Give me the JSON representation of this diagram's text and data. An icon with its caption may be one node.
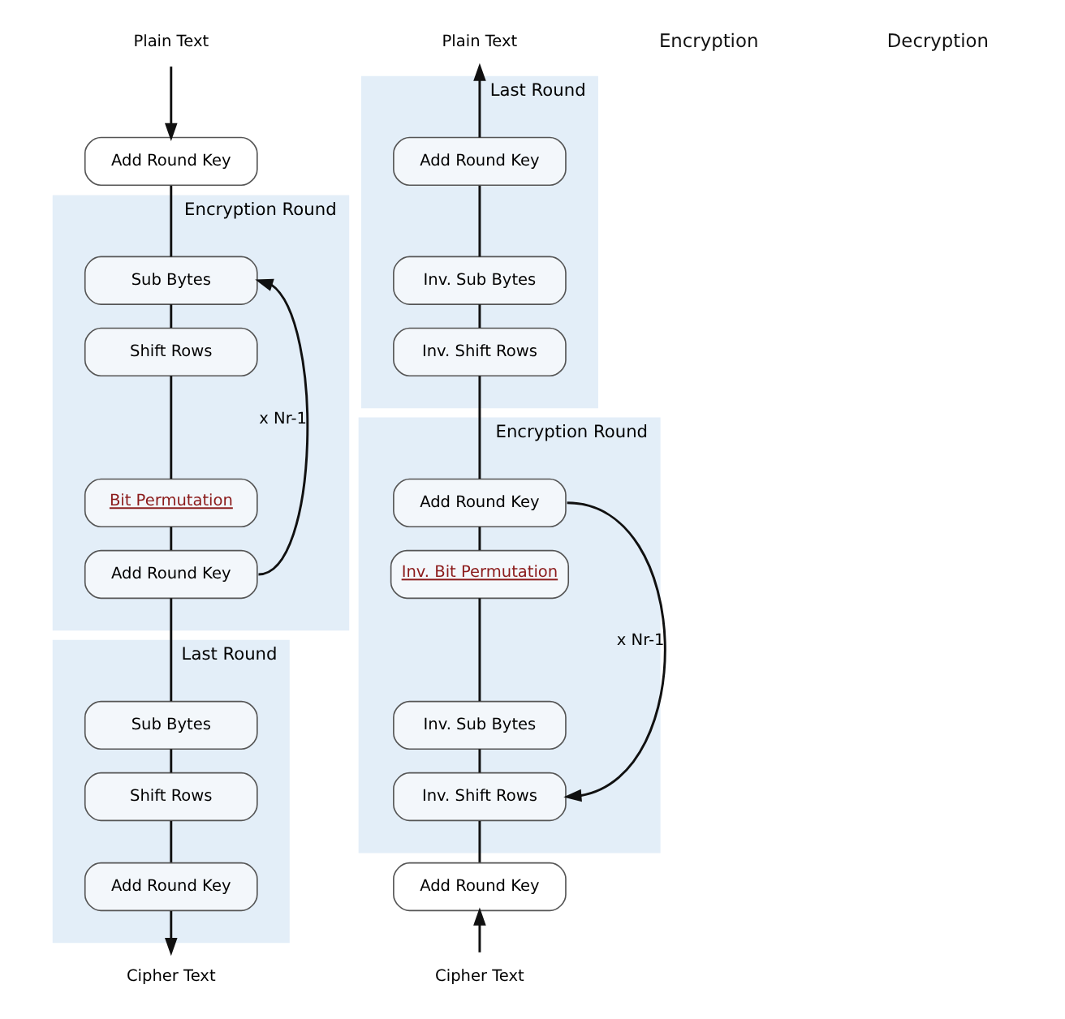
{
  "diagram": {
    "nodes": [
      {
        "text": [
          "Plain Text"
        ]
      },
      {
        "text": [
          "Add Round Key"
        ]
      },
      {
        "text": [
          "Encryption Round"
        ]
      },
      {
        "text": [
          "Sub Bytes"
        ],
        "in": 2
      },
      {
        "text": [
          "Shift Rows"
        ],
        "in": 2
      },
      {
        "text": [
          "Bit Permutation"
        ],
        "in": 2
      },
      {
        "text": [
          "Add Round Key"
        ],
        "in": 2
      },
      {
        "text": [
          "Last Round"
        ]
      },
      {
        "text": [
          "Sub Bytes"
        ],
        "in": 7
      },
      {
        "text": [
          "Shift Rows"
        ],
        "in": 7
      },
      {
        "text": [
          "Add Round Key"
        ],
        "in": 7
      },
      {
        "text": [
          "Cipher Text"
        ]
      },
      {
        "text": [
          "Plain Text"
        ]
      },
      {
        "text": [
          "Last Round"
        ]
      },
      {
        "text": [
          "Add Round Key"
        ],
        "in": 13
      },
      {
        "text": [
          "Inv. Sub Bytes"
        ],
        "in": 13
      },
      {
        "text": [
          "Inv. Shift Rows"
        ],
        "in": 13
      },
      {
        "text": [
          "Encryption Round"
        ]
      },
      {
        "text": [
          "Add Round Key"
        ],
        "in": 17
      },
      {
        "text": [
          "Inv. Bit Permutation"
        ],
        "in": 17
      },
      {
        "text": [
          "Inv. Sub Bytes"
        ],
        "in": 17
      },
      {
        "text": [
          "Inv. Shift Rows"
        ],
        "in": 17
      },
      {
        "text": [
          "Add Round Key"
        ]
      },
      {
        "text": [
          "Cipher Text"
        ]
      }
    ],
    "edges": [
      {
        "from": 0,
        "to": 1,
        "arrow": "to"
      },
      {
        "from": 1,
        "to": 3,
        "arrow": "none"
      },
      {
        "from": 3,
        "to": 4,
        "arrow": "none"
      },
      {
        "from": 4,
        "to": 5,
        "arrow": "none"
      },
      {
        "from": 5,
        "to": 6,
        "arrow": "none"
      },
      {
        "from": 6,
        "to": 3,
        "arrow": "to",
        "label": "x Nr-1"
      },
      {
        "from": 6,
        "to": 8,
        "arrow": "none"
      },
      {
        "from": 8,
        "to": 9,
        "arrow": "none"
      },
      {
        "from": 9,
        "to": 10,
        "arrow": "none"
      },
      {
        "from": 10,
        "to": 11,
        "arrow": "to"
      },
      {
        "from": 23,
        "to": 22,
        "arrow": "to"
      },
      {
        "from": 22,
        "to": 21,
        "arrow": "none"
      },
      {
        "from": 21,
        "to": 20,
        "arrow": "none"
      },
      {
        "from": 20,
        "to": 19,
        "arrow": "none"
      },
      {
        "from": 19,
        "to": 18,
        "arrow": "none"
      },
      {
        "from": 18,
        "to": 21,
        "arrow": "to",
        "label": "x Nr-1"
      },
      {
        "from": 18,
        "to": 16,
        "arrow": "none"
      },
      {
        "from": 16,
        "to": 15,
        "arrow": "none"
      },
      {
        "from": 15,
        "to": 14,
        "arrow": "none"
      },
      {
        "from": 14,
        "to": 12,
        "arrow": "to"
      }
    ],
    "labels": [
      "Encryption",
      "Decryption"
    ]
  }
}
